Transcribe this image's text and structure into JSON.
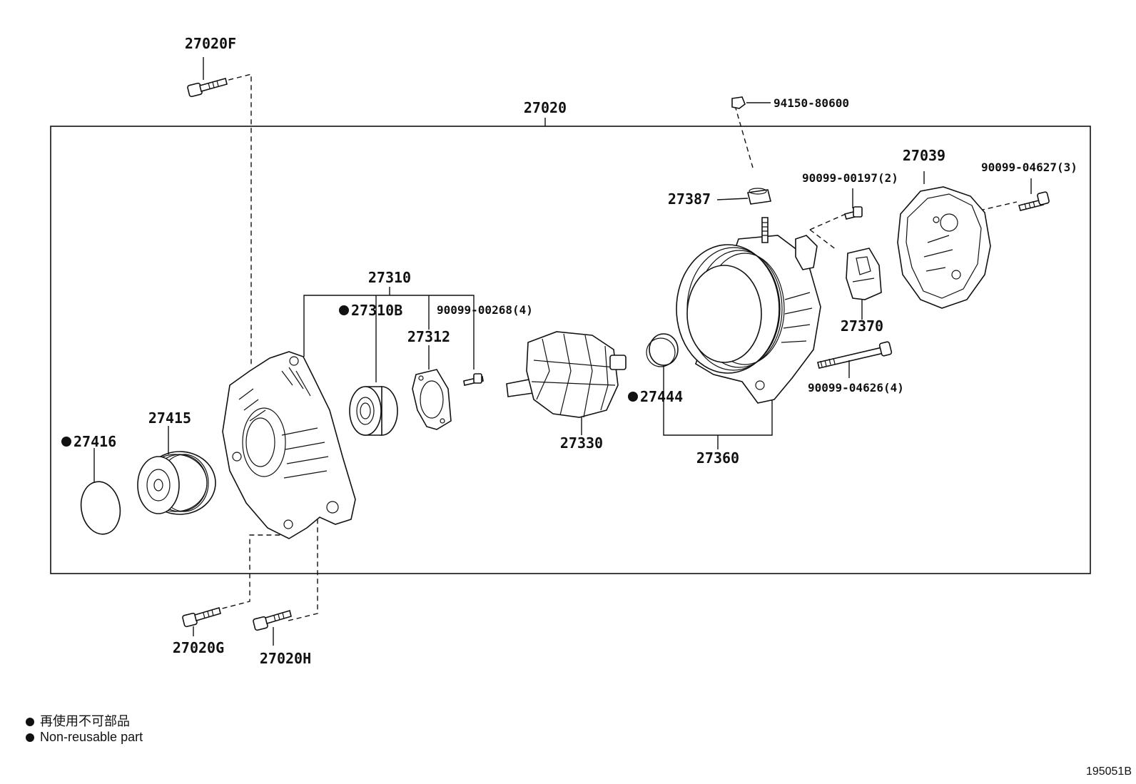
{
  "labels": {
    "assembly": "27020",
    "bolt_top": "27020F",
    "bolt_bottom_left": "27020G",
    "bolt_bottom_right": "27020H",
    "cap": "27416",
    "pulley": "27415",
    "frame_assy": "27310",
    "bearing": "27310B",
    "retainer": "27312",
    "retainer_screw": "90099-00268(4)",
    "rotor": "27330",
    "ring": "27444",
    "stator_frame": "27360",
    "terminal_insulator": "27387",
    "nut": "94150-80600",
    "brush_screw": "90099-00197(2)",
    "brush_holder": "27370",
    "through_bolt": "90099-04626(4)",
    "rear_cover": "27039",
    "cover_screw": "90099-04627(3)"
  },
  "legend": {
    "ja": "再使用不可部品",
    "en": "Non-reusable part"
  },
  "figure_id": "195051B"
}
